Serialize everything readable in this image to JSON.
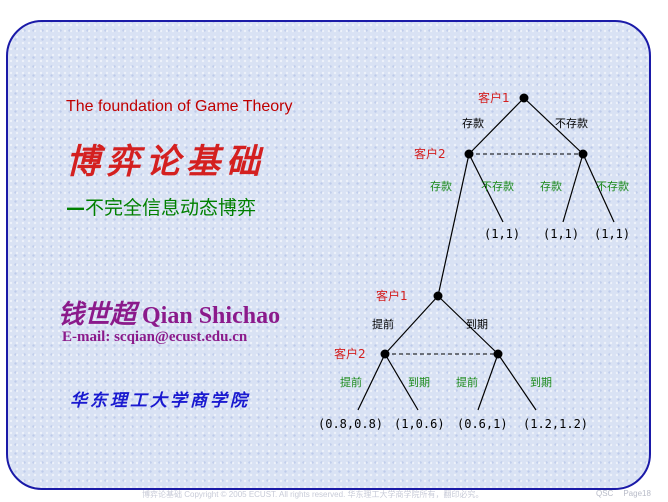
{
  "slide": {
    "subtitle_en": "The foundation of Game Theory",
    "title_cn": "博弈论基础",
    "subtitle_cn_dash": "—",
    "subtitle_cn": "不完全信息动态博弈",
    "author_cn": "钱世超",
    "author_en": "Qian Shichao",
    "email": "E-mail: scqian@ecust.edu.cn",
    "institution": "华东理工大学商学院"
  },
  "tree_top": {
    "player1": "客户1",
    "player2": "客户2",
    "action1_left": "存款",
    "action1_right": "不存款",
    "leaves_actions": [
      "存款",
      "不存款",
      "存款",
      "不存款"
    ],
    "payoffs": [
      "(1,1)",
      "(1,1)",
      "(1,1)"
    ]
  },
  "tree_bottom": {
    "player1": "客户1",
    "player2": "客户2",
    "action1_left": "提前",
    "action1_right": "到期",
    "leaves_actions": [
      "提前",
      "到期",
      "提前",
      "到期"
    ],
    "payoffs": [
      "(0.8,0.8)",
      "(1,0.6)",
      "(0.6,1)",
      "(1.2,1.2)"
    ]
  },
  "footer": {
    "copyright": "博弈论基础 Copyright © 2005 ECUST. All rights reserved. 华东理工大学商学院所有，翻印必究。",
    "author_short": "QSC",
    "page": "Page18"
  },
  "colors": {
    "border": "#1a1aa8",
    "red": "#d42020",
    "green": "#008000",
    "purple": "#8b1a8b",
    "blue": "#1a1ad0"
  }
}
